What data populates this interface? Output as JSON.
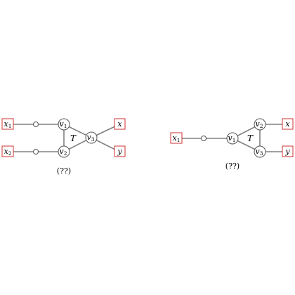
{
  "left": {
    "terminals": {
      "x1": {
        "base": "x",
        "sub": "1"
      },
      "x2": {
        "base": "x",
        "sub": "2"
      },
      "x": {
        "base": "x",
        "sub": ""
      },
      "y": {
        "base": "y",
        "sub": ""
      }
    },
    "nodes": {
      "v1": {
        "base": "v",
        "sub": "1"
      },
      "v2": {
        "base": "v",
        "sub": "2"
      },
      "v3": {
        "base": "v",
        "sub": "3"
      }
    },
    "triangle_label": "T",
    "caption": "(??)"
  },
  "right": {
    "terminals": {
      "x1": {
        "base": "x",
        "sub": "1"
      },
      "x": {
        "base": "x",
        "sub": ""
      },
      "y": {
        "base": "y",
        "sub": ""
      }
    },
    "nodes": {
      "v1": {
        "base": "v",
        "sub": "1"
      },
      "v2": {
        "base": "v",
        "sub": "2"
      },
      "v3": {
        "base": "v",
        "sub": "3"
      }
    },
    "triangle_label": "T",
    "caption": "(??)"
  }
}
